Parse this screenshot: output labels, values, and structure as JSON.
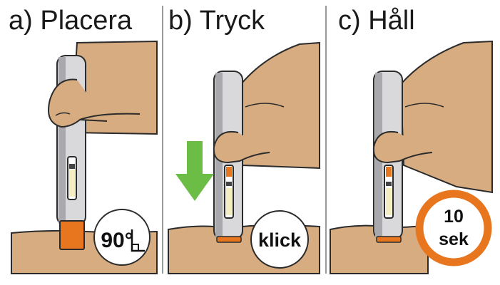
{
  "steps": [
    {
      "title": "a) Placera",
      "badge": "90°"
    },
    {
      "title": "b) Tryck",
      "badge": "klick"
    },
    {
      "title": "c) Håll",
      "badge_line1": "10",
      "badge_line2": "sek"
    }
  ],
  "colors": {
    "skin": "#D7AC80",
    "skin_outline": "#2b2b2b",
    "pen_body": "#D9D9DB",
    "pen_shadow": "#A9A9AD",
    "needle_cap": "#E8761E",
    "arrow": "#6CBD45",
    "hold_ring": "#E8761E",
    "divider": "#9a9a9a"
  },
  "icons": [
    "down-arrow-icon",
    "right-angle-icon",
    "timer-ring-icon"
  ]
}
